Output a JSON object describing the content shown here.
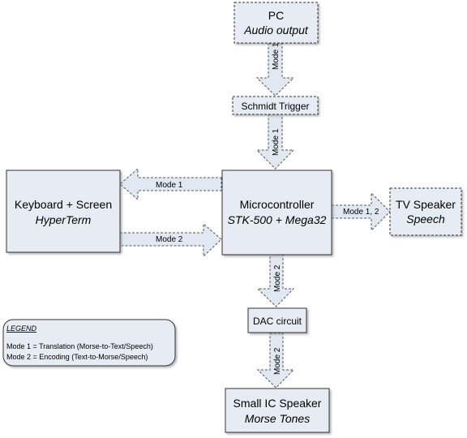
{
  "boxes": {
    "pc": {
      "title": "PC",
      "subtitle": "Audio output"
    },
    "schmidt": {
      "title": "Schmidt Trigger"
    },
    "keyboard": {
      "title": "Keyboard + Screen",
      "subtitle": "HyperTerm"
    },
    "micro": {
      "title": "Microcontroller",
      "subtitle": "STK-500 + Mega32"
    },
    "tv": {
      "title": "TV Speaker",
      "subtitle": "Speech"
    },
    "dac": {
      "title": "DAC circuit"
    },
    "small_speaker": {
      "title": "Small IC Speaker",
      "subtitle": "Morse Tones"
    }
  },
  "arrows": {
    "pc_to_schmidt": "Mode 1",
    "schmidt_to_micro": "Mode 1",
    "micro_to_keyboard": "Mode 1",
    "keyboard_to_micro": "Mode 2",
    "micro_to_tv": "Mode 1, 2",
    "micro_to_dac": "Mode 2",
    "dac_to_speaker": "Mode 2"
  },
  "legend": {
    "heading": "LEGEND",
    "mode1": "Mode 1 = Translation (Morse-to-Text/Speech)",
    "mode2": "Mode 2 = Encoding (Text-to-Morse/Speech)"
  },
  "colors": {
    "box_fill": "#e7ecf4",
    "box_stroke": "#333333",
    "arrow_fill": "#e2e8f2",
    "arrow_stroke": "#555555"
  }
}
